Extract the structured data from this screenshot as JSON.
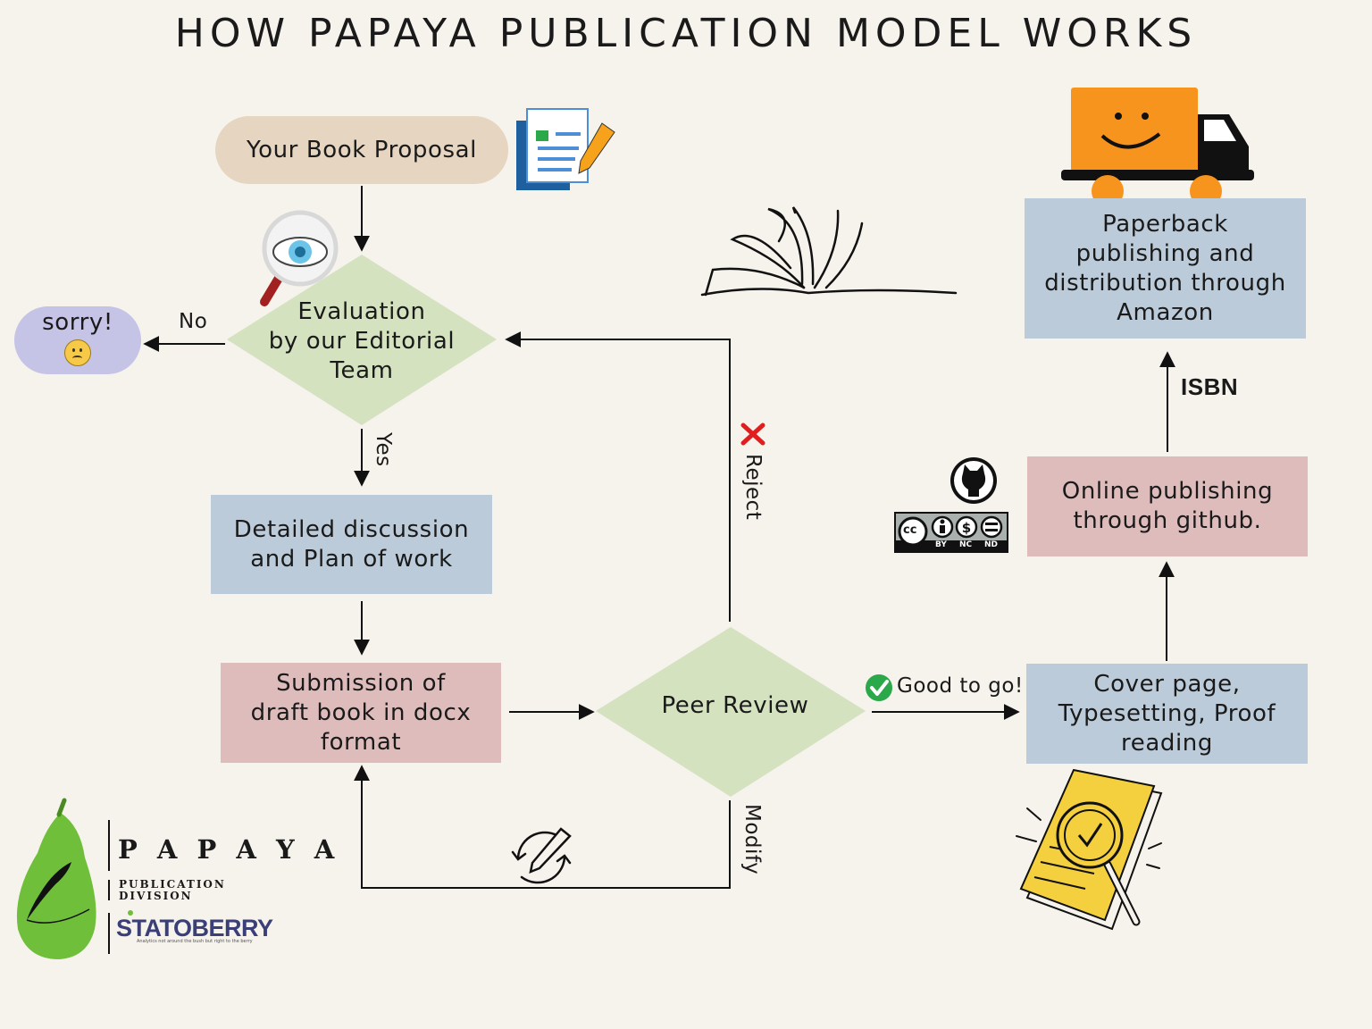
{
  "title": "HOW PAPAYA PUBLICATION MODEL WORKS",
  "nodes": {
    "proposal": "Your Book Proposal",
    "evaluation": "Evaluation\nby our Editorial\nTeam",
    "sorry": "sorry!",
    "discussion": "Detailed discussion\nand Plan of work",
    "submission": "Submission of\ndraft book in docx\nformat",
    "peer_review": "Peer Review",
    "cover": "Cover page,\nTypesetting, Proof\nreading",
    "online": "Online publishing\nthrough github.",
    "paperback": "Paperback\npublishing and\ndistribution through\nAmazon"
  },
  "edges": {
    "no": "No",
    "yes": "Yes",
    "reject": "Reject",
    "modify": "Modify",
    "good": "Good to go!",
    "isbn": "ISBN"
  },
  "license_badge": {
    "cc": "cc",
    "by": "BY",
    "nc": "NC",
    "nd": "ND"
  },
  "logo": {
    "brand": "P A P A Y A",
    "division_line1": "PUBLICATION",
    "division_line2": "DIVISION",
    "partner": "STATOBERRY",
    "partner_tagline": "Analytics not around the bush but right to the berry"
  },
  "colors": {
    "blue": "#bccbd9",
    "pink": "#dfbcbc",
    "tan": "#e6d5c0",
    "diamond": "#d4e2c0",
    "sorry": "#c5c3e6",
    "truck": "#f7941d",
    "pear": "#6fbf3a"
  },
  "icons": [
    "document-pencil-icon",
    "magnifier-eye-icon",
    "sad-face-icon",
    "open-book-icon",
    "truck-icon",
    "github-icon",
    "creative-commons-icon",
    "red-x-icon",
    "green-check-icon",
    "edit-cycle-icon",
    "proof-document-icon",
    "papaya-logo-icon"
  ]
}
